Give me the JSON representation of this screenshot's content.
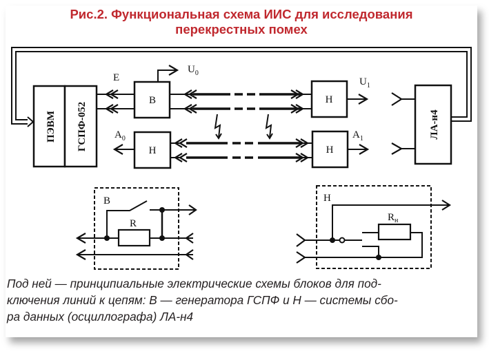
{
  "title": {
    "line1": "Рис.2. Функциональная схема ИИС для исследования",
    "line2": "перекрестных помех",
    "color": "#c0282e"
  },
  "diagram": {
    "blocks": {
      "pc": "ПЭВМ",
      "generator": "ГСПФ-052",
      "daq": "ЛА-н4",
      "b_top": "В",
      "h_bottom_left": "Н",
      "h_top_right": "Н",
      "h_bottom_right": "Н"
    },
    "labels": {
      "e": "E",
      "u": "U",
      "u0_sub": "0",
      "u1_sub": "1",
      "a": "A",
      "a0_sub": "0",
      "a1_sub": "1"
    },
    "detail_b": {
      "label": "В",
      "resistor": "R"
    },
    "detail_h": {
      "label": "Н",
      "resistor": "R",
      "resistor_sub": "н"
    }
  },
  "caption": {
    "line1": "Под ней — принципиальные электрические схемы блоков для под-",
    "line2": "ключения линий к цепям: В — генератора ГСПФ и Н — системы сбо-",
    "line3": "ра данных (осциллографа) ЛА-н4",
    "color": "#231f20"
  }
}
